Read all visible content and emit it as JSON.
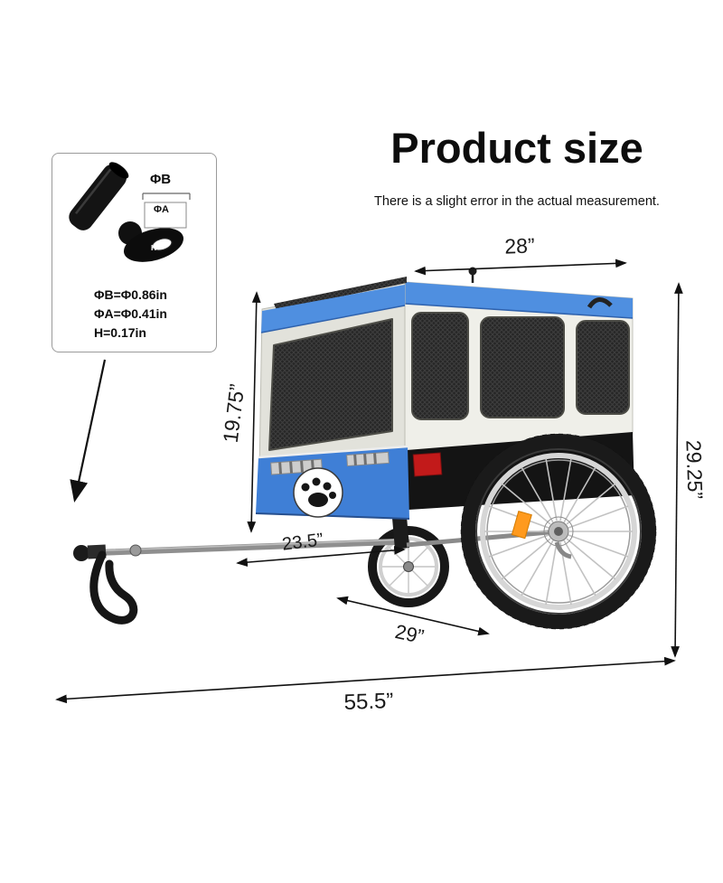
{
  "header": {
    "title": "Product size",
    "subtitle": "There is a slight error in the actual measurement."
  },
  "hitch_panel": {
    "label_phi_b": "ΦB",
    "label_phi_a": "ΦA",
    "label_h": "H",
    "specs": [
      "ΦB=Φ0.86in",
      "ΦA=Φ0.41in",
      "H=0.17in"
    ]
  },
  "dimensions": {
    "top_width": "28”",
    "body_height": "19.75”",
    "overall_height": "29.25”",
    "towbar_length": "23.5”",
    "wheel_span": "29”",
    "overall_length": "55.5”"
  },
  "colors": {
    "trailer_blue": "#4f8fe0",
    "skirt_blue": "#3f7fd6",
    "reflector_red": "#c21a1a",
    "reflector_orange": "#ff9a1e"
  }
}
